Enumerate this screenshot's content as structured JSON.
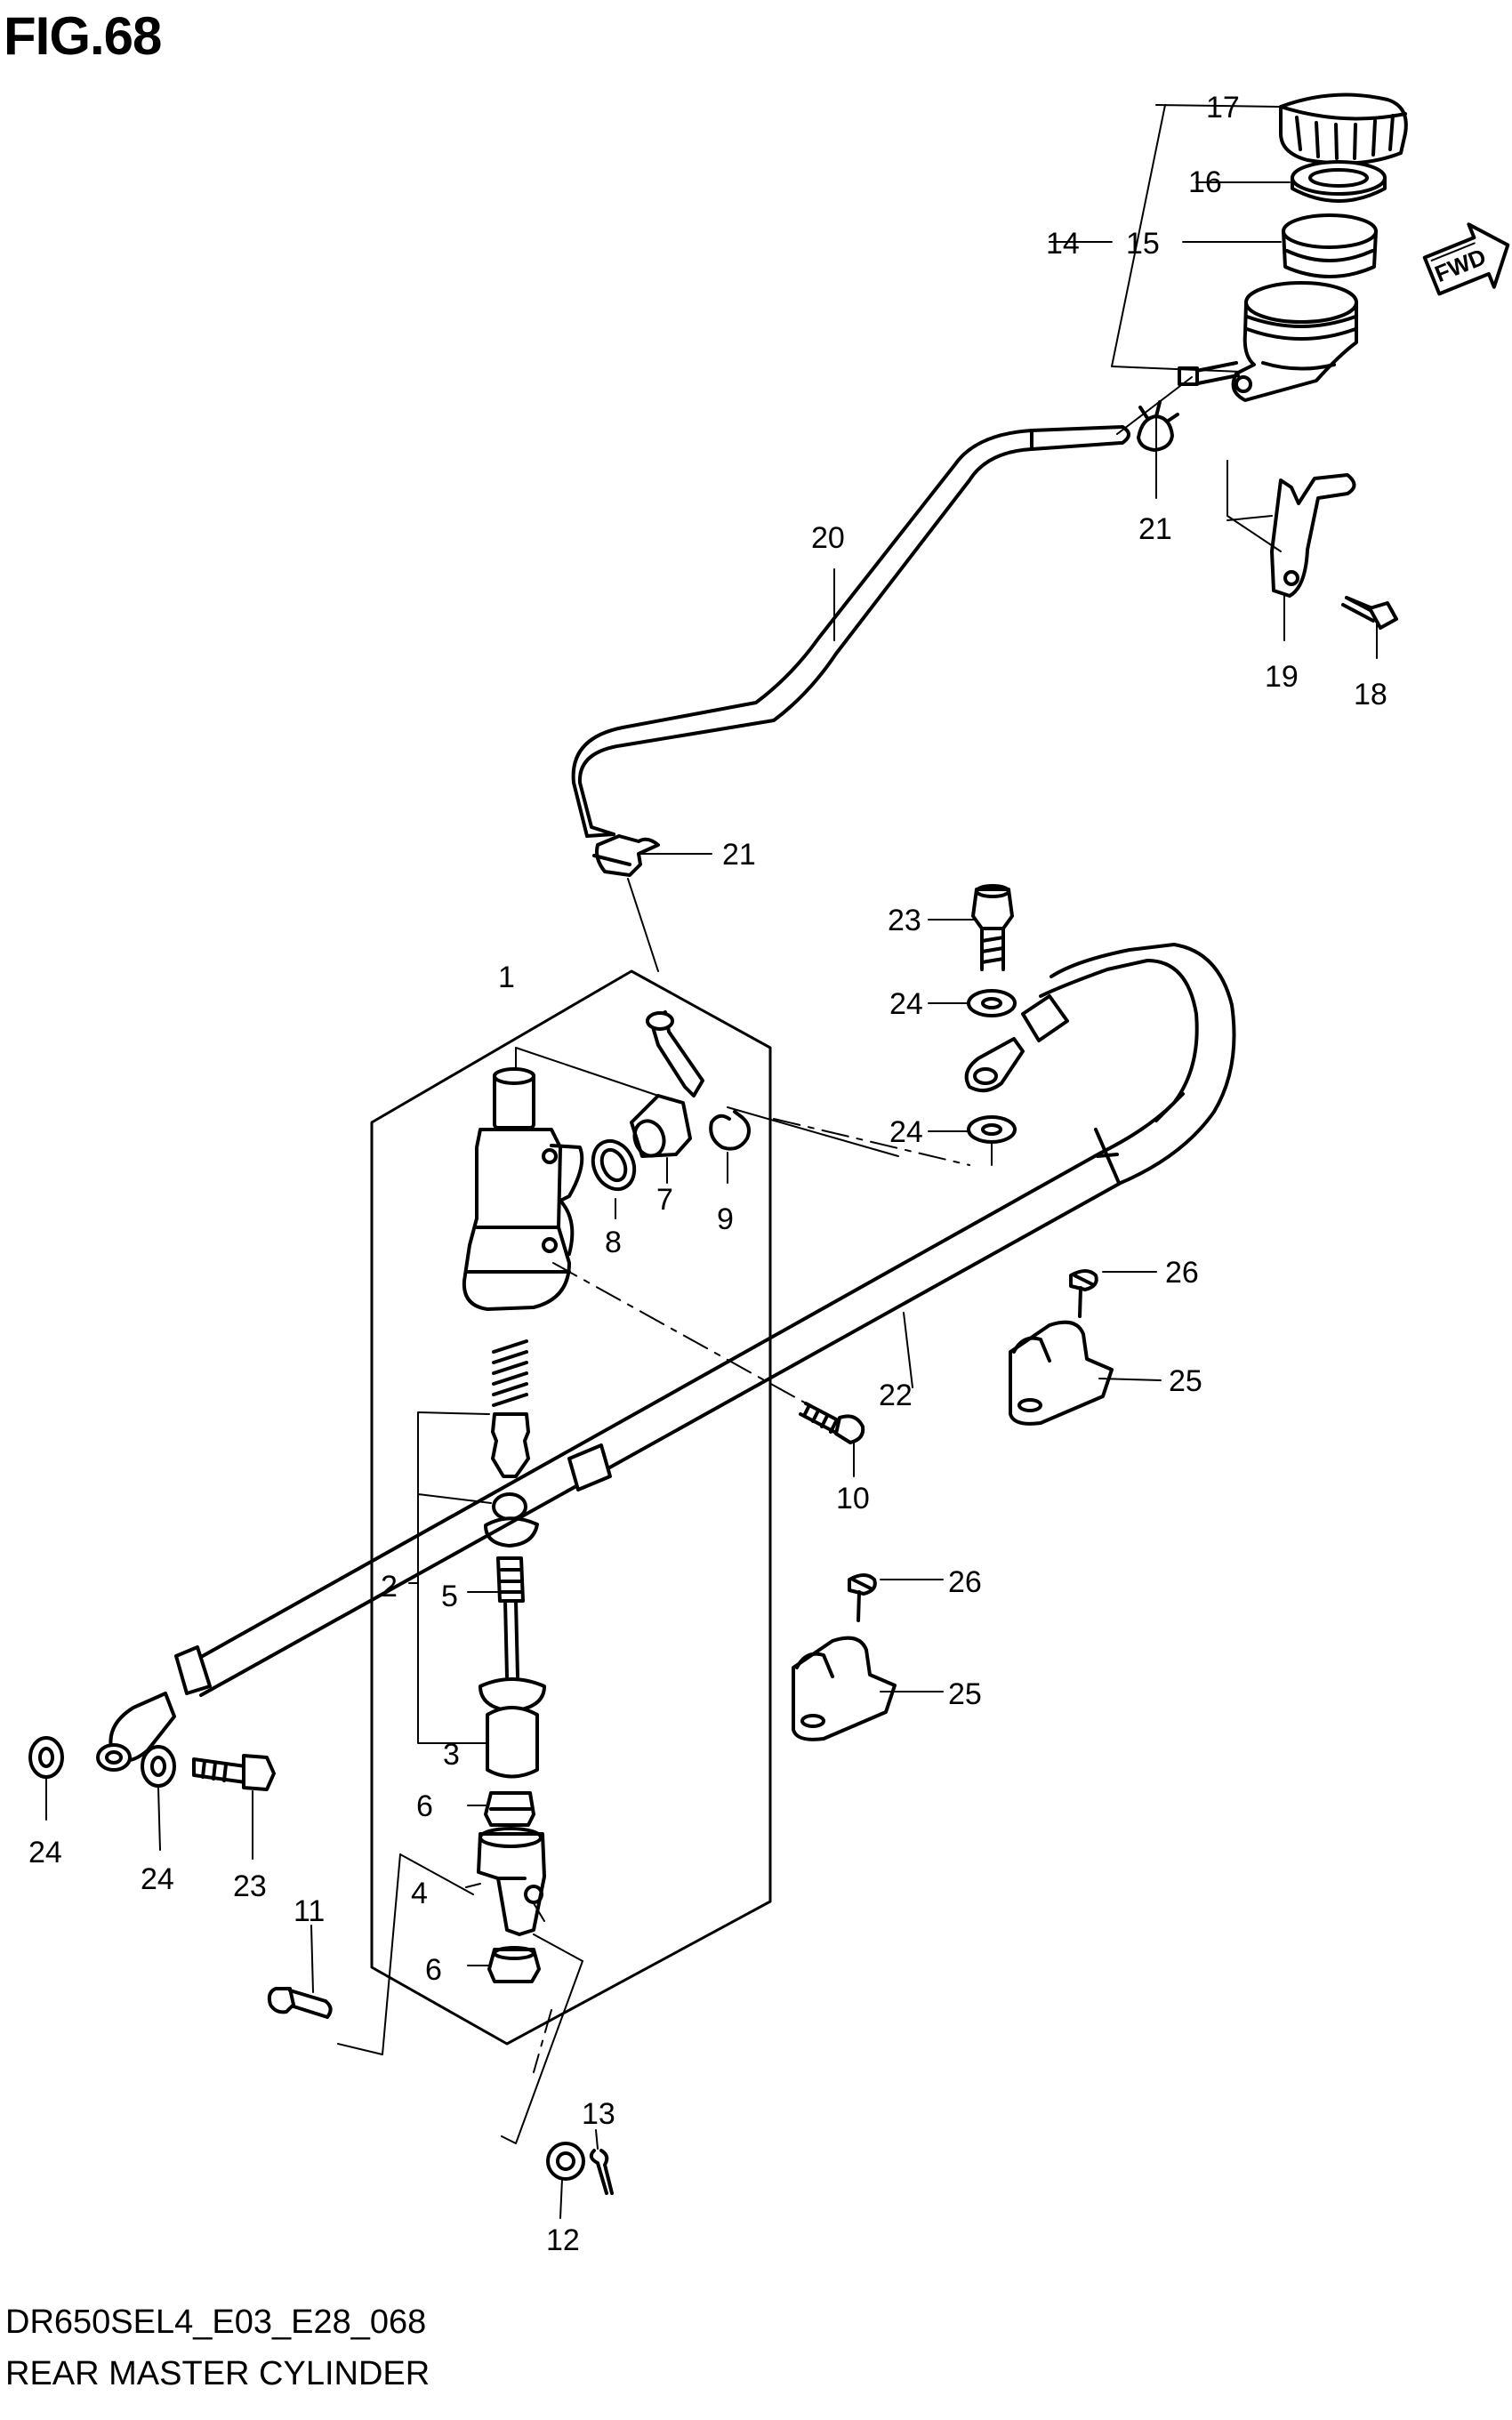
{
  "figure": {
    "title": "FIG.68",
    "code": "DR650SEL4_E03_E28_068",
    "name": "REAR MASTER CYLINDER",
    "fwd_label": "FWD"
  },
  "callouts": [
    {
      "id": "1",
      "label": "1"
    },
    {
      "id": "2",
      "label": "2"
    },
    {
      "id": "3",
      "label": "3"
    },
    {
      "id": "4",
      "label": "4"
    },
    {
      "id": "5",
      "label": "5"
    },
    {
      "id": "6a",
      "label": "6"
    },
    {
      "id": "6b",
      "label": "6"
    },
    {
      "id": "7",
      "label": "7"
    },
    {
      "id": "8",
      "label": "8"
    },
    {
      "id": "9",
      "label": "9"
    },
    {
      "id": "10",
      "label": "10"
    },
    {
      "id": "11",
      "label": "11"
    },
    {
      "id": "12",
      "label": "12"
    },
    {
      "id": "13",
      "label": "13"
    },
    {
      "id": "14",
      "label": "14"
    },
    {
      "id": "15",
      "label": "15"
    },
    {
      "id": "16",
      "label": "16"
    },
    {
      "id": "17",
      "label": "17"
    },
    {
      "id": "18",
      "label": "18"
    },
    {
      "id": "19",
      "label": "19"
    },
    {
      "id": "20",
      "label": "20"
    },
    {
      "id": "21a",
      "label": "21"
    },
    {
      "id": "21b",
      "label": "21"
    },
    {
      "id": "22",
      "label": "22"
    },
    {
      "id": "23a",
      "label": "23"
    },
    {
      "id": "23b",
      "label": "23"
    },
    {
      "id": "24a",
      "label": "24"
    },
    {
      "id": "24b",
      "label": "24"
    },
    {
      "id": "24c",
      "label": "24"
    },
    {
      "id": "24d",
      "label": "24"
    },
    {
      "id": "25a",
      "label": "25"
    },
    {
      "id": "25b",
      "label": "25"
    },
    {
      "id": "26a",
      "label": "26"
    },
    {
      "id": "26b",
      "label": "26"
    }
  ]
}
